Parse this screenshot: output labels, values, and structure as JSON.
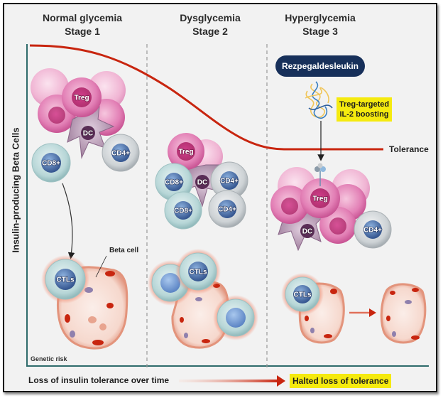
{
  "stages": [
    {
      "condition": "Normal glycemia",
      "stage": "Stage 1"
    },
    {
      "condition": "Dysglycemia",
      "stage": "Stage 2"
    },
    {
      "condition": "Hyperglycemia",
      "stage": "Stage 3"
    }
  ],
  "y_axis_label": "Insulin-producing Beta Cells",
  "curve_label": "Tolerance",
  "drug": {
    "name": "Rezpegaldesleukin",
    "mechanism": "Treg-targeted IL-2 boosting"
  },
  "cell_labels": {
    "treg": "Treg",
    "dc": "DC",
    "cd8": "CD8+",
    "cd4": "CD4+",
    "ctls": "CTLs"
  },
  "annotations": {
    "beta_cell": "Beta cell",
    "genetic_risk": "Genetic risk"
  },
  "footer": {
    "loss_label": "Loss of insulin tolerance over time",
    "halted_label": "Halted loss of tolerance"
  },
  "colors": {
    "curve": "#c8250f",
    "axis": "#2e6b6b",
    "drug_pill": "#17305a",
    "highlight": "#f5ea0f",
    "treg": "#d86aa6",
    "dc": "#9a7796",
    "cd8": "#b4d3d4",
    "cd4": "#c9cdd0",
    "nucleus": "#3f67a6",
    "islet": "#e8a48f"
  }
}
